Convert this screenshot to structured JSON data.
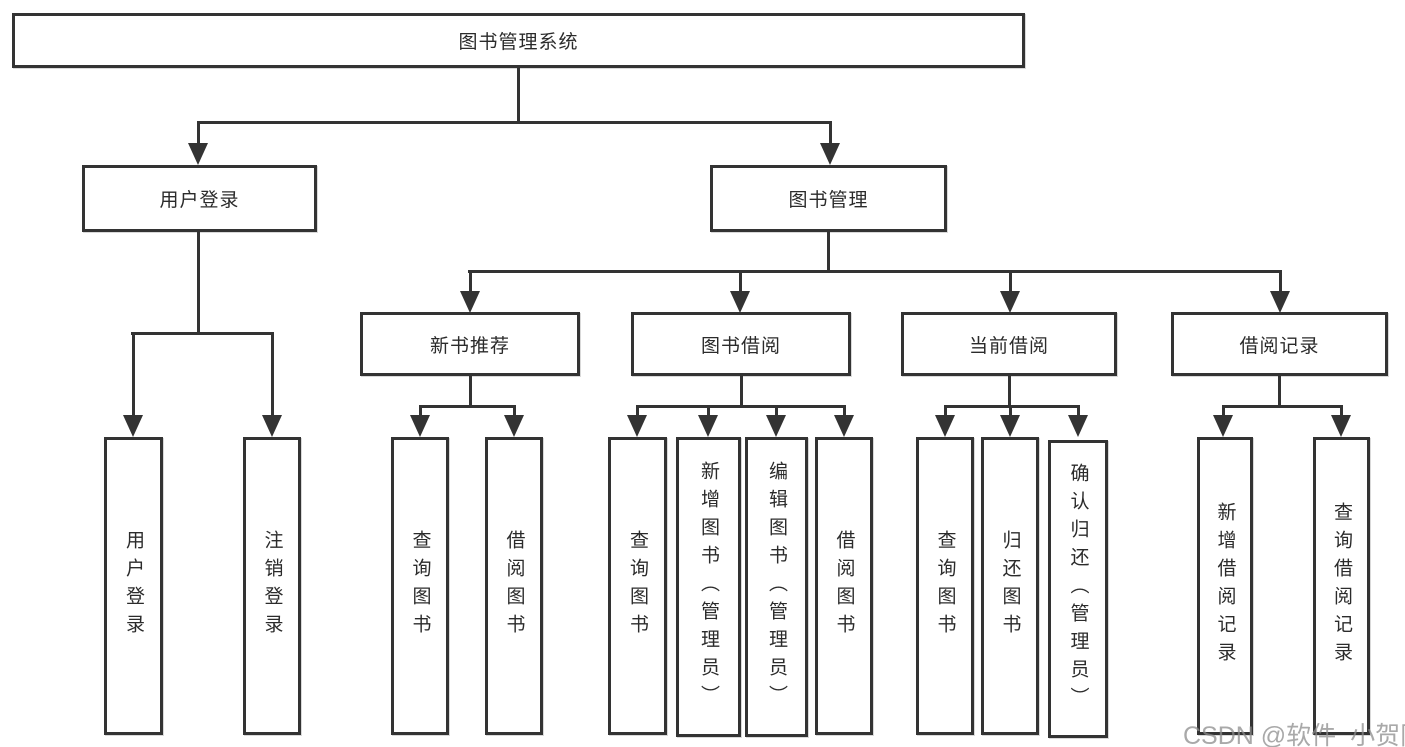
{
  "diagram_title": "图书管理系统",
  "tree": {
    "label": "图书管理系统",
    "children": [
      {
        "label": "用户登录",
        "children": [
          {
            "label": "用户登录"
          },
          {
            "label": "注销登录"
          }
        ]
      },
      {
        "label": "图书管理",
        "children": [
          {
            "label": "新书推荐",
            "children": [
              {
                "label": "查询图书"
              },
              {
                "label": "借阅图书"
              }
            ]
          },
          {
            "label": "图书借阅",
            "children": [
              {
                "label": "查询图书"
              },
              {
                "label": "新增图书（管理员）"
              },
              {
                "label": "编辑图书（管理员）"
              },
              {
                "label": "借阅图书"
              }
            ]
          },
          {
            "label": "当前借阅",
            "children": [
              {
                "label": "查询图书"
              },
              {
                "label": "归还图书"
              },
              {
                "label": "确认归还（管理员）"
              }
            ]
          },
          {
            "label": "借阅记录",
            "children": [
              {
                "label": "新增借阅记录"
              },
              {
                "label": "查询借阅记录"
              }
            ]
          }
        ]
      }
    ]
  },
  "watermark": "CSDN @软件_小贺同学",
  "colors": {
    "line": "#333333",
    "text": "#2b2b2b",
    "watermark": "#8c8c8c",
    "background": "#ffffff"
  }
}
